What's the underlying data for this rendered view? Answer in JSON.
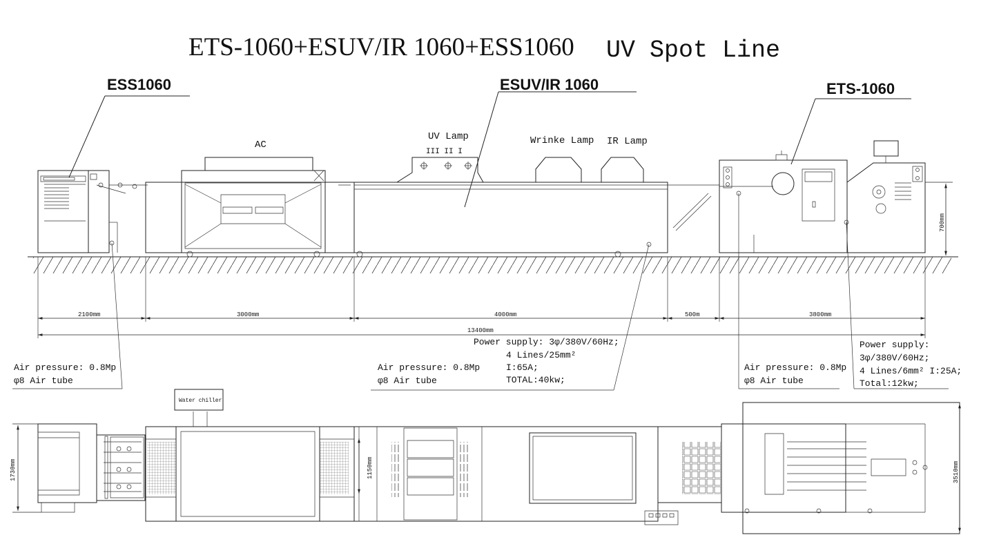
{
  "title": {
    "main": "ETS-1060+ESUV/IR 1060+ESS1060",
    "sub": "UV Spot Line"
  },
  "machines": {
    "left": "ESS1060",
    "middle": "ESUV/IR 1060",
    "right": "ETS-1060"
  },
  "component_labels": {
    "ac": "AC",
    "uv_lamp": "UV Lamp",
    "uv_lamp_numbers": "III  II  I",
    "wrinkle_lamp": "Wrinke Lamp",
    "ir_lamp": "IR Lamp",
    "water_chiller": "Water chiller"
  },
  "dimensions": {
    "d_2100": "2100mm",
    "d_3000": "3000mm",
    "d_4000": "4000mm",
    "d_500": "500m",
    "d_3800": "3800mm",
    "total": "13400mm",
    "height_700": "700mm",
    "width_1730": "1730mm",
    "width_1150": "1150mm",
    "width_3510": "3510mm"
  },
  "notes": {
    "left_air": {
      "line1": "Air pressure: 0.8Mp",
      "line2": "φ8 Air tube"
    },
    "mid_air": {
      "line1": "Air pressure: 0.8Mp",
      "line2": "φ8 Air tube"
    },
    "mid_power": {
      "line1": "Power supply: 3φ/380V/60Hz;",
      "line2": "4 Lines/25mm²",
      "line3": "I:65A;",
      "line4": "TOTAL:40kw;"
    },
    "right_air": {
      "line1": "Air pressure: 0.8Mp",
      "line2": "φ8 Air tube"
    },
    "right_power": {
      "line1": "Power supply:",
      "line2": "3φ/380V/60Hz;",
      "line3": "4 Lines/6mm²   I:25A;",
      "line4": "Total:12kw;"
    }
  }
}
